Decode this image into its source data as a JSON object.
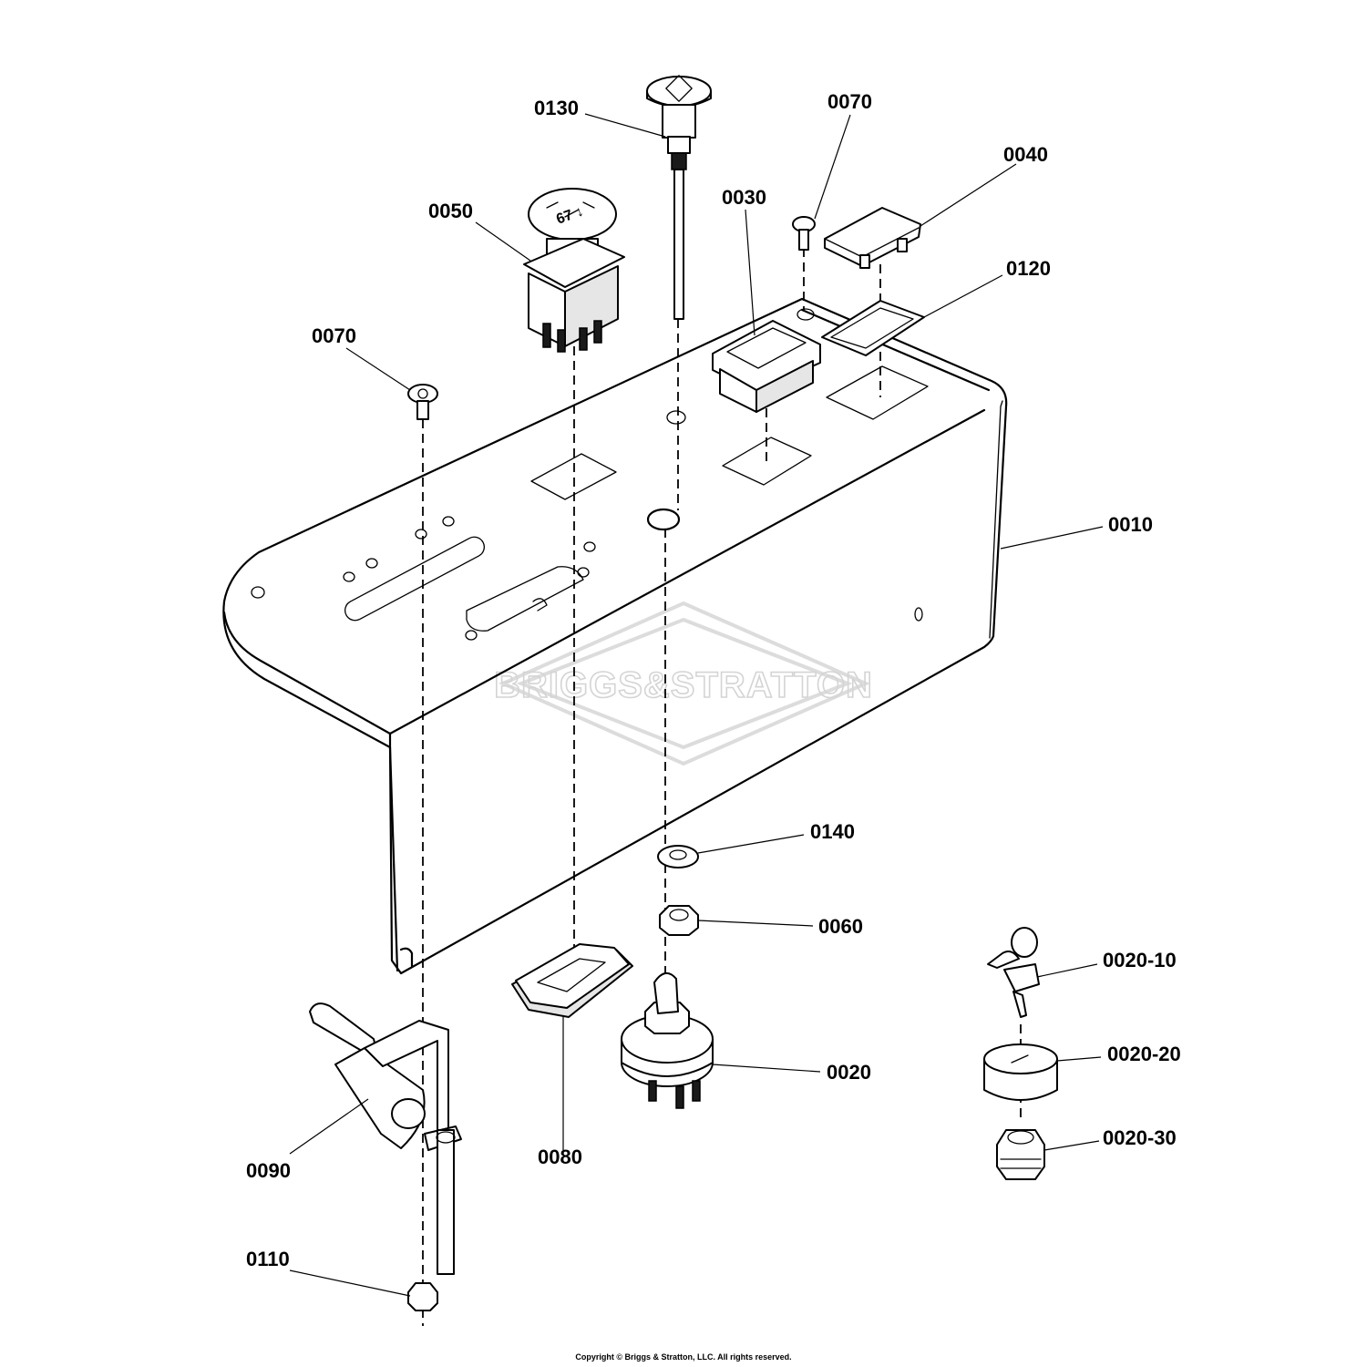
{
  "callouts": {
    "c0010": "0010",
    "c0020": "0020",
    "c0020_10": "0020-10",
    "c0020_20": "0020-20",
    "c0020_30": "0020-30",
    "c0030": "0030",
    "c0040": "0040",
    "c0050": "0050",
    "c0060": "0060",
    "c0070_top": "0070",
    "c0070_left": "0070",
    "c0080": "0080",
    "c0090": "0090",
    "c0110": "0110",
    "c0120": "0120",
    "c0130": "0130",
    "c0140": "0140"
  },
  "watermark": "BRIGGS&STRATTON",
  "copyright": "Copyright © Briggs & Stratton, LLC. All rights reserved."
}
